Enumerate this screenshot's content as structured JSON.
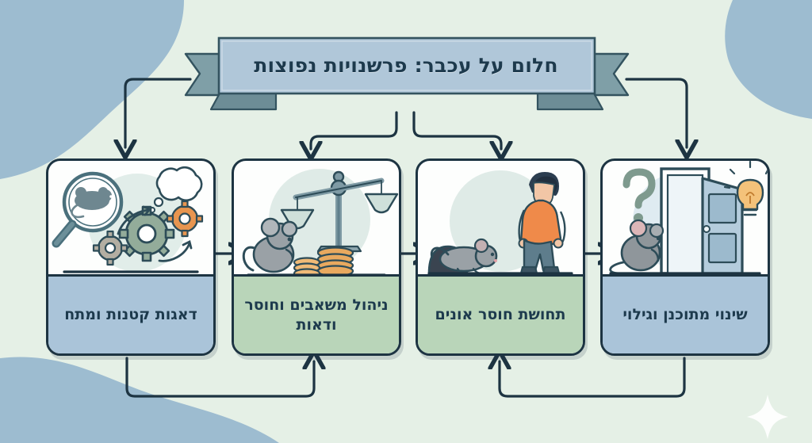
{
  "banner": {
    "title": "חלום על עכבר: פרשנויות נפוצות"
  },
  "cards": [
    {
      "id": "small-worries",
      "label": "דאגות קטנות ומתח",
      "band_color": "#aac4d9",
      "icons": [
        "magnifier-icon",
        "mouse-icon",
        "gear-icon",
        "thought-bubble-icon",
        "curved-arrow-icon"
      ]
    },
    {
      "id": "resource-management",
      "label": "ניהול משאבים וחוסר ודאות",
      "band_color": "#b9d5b9",
      "icons": [
        "mouse-icon",
        "balance-scales-icon",
        "coin-stack-icon"
      ]
    },
    {
      "id": "helplessness",
      "label": "תחושת חוסר אונים",
      "band_color": "#b9d5b9",
      "icons": [
        "mouse-icon",
        "mouse-hole-icon",
        "dejected-person-icon"
      ]
    },
    {
      "id": "planned-change",
      "label": "שינוי מתוכנן וגילוי",
      "band_color": "#aac4d9",
      "icons": [
        "question-mark-icon",
        "mouse-icon",
        "open-door-icon",
        "lightbulb-icon"
      ]
    }
  ],
  "colors": {
    "background": "#e5f0e6",
    "background_accent": "#9dbcd0",
    "ink": "#1d3442",
    "text": "#1d3a4d",
    "banner_face": "#aec6d8",
    "banner_tail": "#7a9ba4",
    "band_blue": "#aac4d9",
    "band_green": "#b9d5b9",
    "accent_orange": "#e8954f",
    "accent_sage": "#8fae9a",
    "mouse_gray": "#8b9196"
  },
  "connectors": {
    "top_arrows": 4,
    "feedback_arrows": 2,
    "between_arrows": 3
  },
  "decorations": {
    "sparkle": "sparkle-icon"
  }
}
